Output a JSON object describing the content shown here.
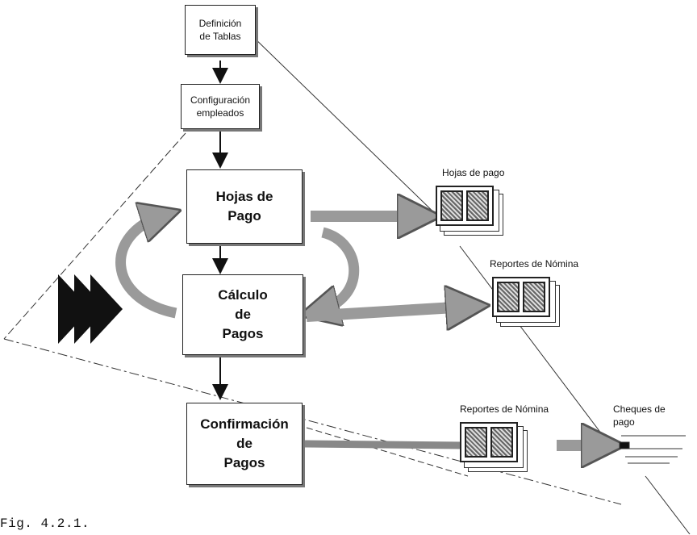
{
  "colors": {
    "line": "#222222",
    "flow_arrow": "#9a9a9a",
    "chevron": "#111111"
  },
  "boxes": {
    "definicion": "Definición\nde Tablas",
    "configuracion": "Configuración\nempleados",
    "hojas_pago": "Hojas de\nPago",
    "calculo": "Cálculo\nde\nPagos",
    "confirmacion": "Confirmación\nde\nPagos"
  },
  "outputs": {
    "hojas": "Hojas de pago",
    "reportes_1": "Reportes de Nómina",
    "reportes_2": "Reportes de Nómina",
    "cheques": "Cheques de\npago"
  },
  "caption": "Fig. 4.2.1."
}
